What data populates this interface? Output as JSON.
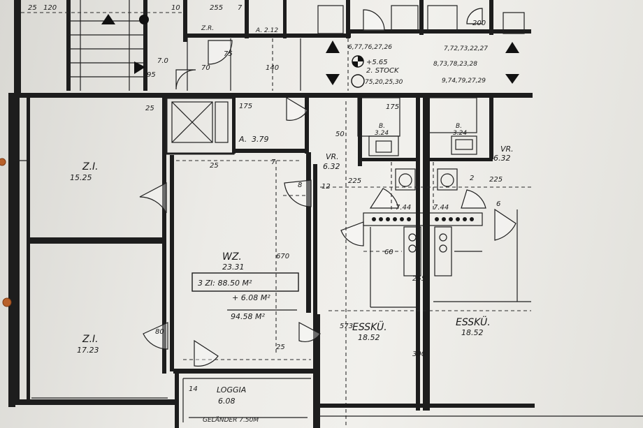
{
  "plan": {
    "rooms": [
      {
        "label": "Z.I.",
        "area": "15.25"
      },
      {
        "label": "Z.I.",
        "area": "17.23"
      },
      {
        "label": "WZ.",
        "area": "23.31"
      },
      {
        "label": "A.",
        "area": "3.79"
      },
      {
        "label": "VR.",
        "area": "6.32"
      },
      {
        "label": "VR.",
        "area": "6.32"
      },
      {
        "label": "B.",
        "area": "3.24"
      },
      {
        "label": "B.",
        "area": "3.24"
      },
      {
        "label": "ESSKÜ.",
        "area": "18.52"
      },
      {
        "label": "ESSKÜ.",
        "area": "18.52"
      },
      {
        "label": "LOGGIA",
        "area": "6.08"
      },
      {
        "label": "Z.R.",
        "area": ""
      },
      {
        "label": "A.",
        "area": "2.12"
      }
    ],
    "area_box": {
      "line1": "3 ZI: 88.50 M²",
      "line2": "+ 6.08 M²",
      "line3": "94.58 M²"
    },
    "level": {
      "elevation": "+5.65",
      "floor": "2. STOCK"
    },
    "stair_numbers": [
      "6,77,76,27,26",
      "7,72,73,22,27",
      "8,73,78,23,28",
      "9,74,79,27,29",
      "75,20,25,30"
    ],
    "balcony_note": "GELÄNDER 7.50M",
    "dimensions": [
      "25",
      "120",
      "10",
      "255",
      "7",
      "7.0",
      "95",
      "70",
      "75",
      "140",
      "200",
      "25",
      "175",
      "8",
      "50",
      "175",
      "225",
      "225",
      "12",
      "7.44",
      "7.44",
      "60",
      "670",
      "573",
      "255",
      "300",
      "25",
      "80",
      "6",
      "14",
      "25",
      "7",
      "2"
    ],
    "hole_color": "#b8602a"
  }
}
